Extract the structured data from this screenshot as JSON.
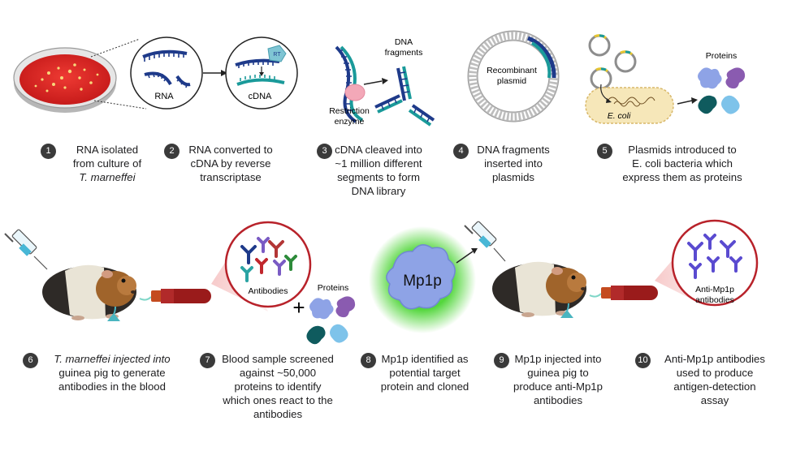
{
  "panel_labels": {
    "rna": "RNA",
    "cdna": "cDNA",
    "rt": "RT",
    "dna_fragments": [
      "DNA",
      "fragments"
    ],
    "restriction_enzyme": [
      "Restriction",
      "enzyme"
    ],
    "recombinant_plasmid": [
      "Recombinant",
      "plasmid"
    ],
    "proteins_top": "Proteins",
    "ecoli": "E. coli",
    "antibodies": "Antibodies",
    "proteins_bottom": "Proteins",
    "plus": "+",
    "mp1p": "Mp1p",
    "anti_mp1p": [
      "Anti-Mp1p",
      "antibodies"
    ]
  },
  "steps": [
    {
      "num": "1",
      "lines": [
        "RNA isolated",
        "from culture of",
        "T. marneffei"
      ]
    },
    {
      "num": "2",
      "lines": [
        "RNA converted to",
        "cDNA by reverse",
        "transcriptase"
      ]
    },
    {
      "num": "3",
      "lines": [
        "cDNA cleaved into",
        "~1 million different",
        "segments to form",
        "DNA library"
      ]
    },
    {
      "num": "4",
      "lines": [
        "DNA fragments",
        "inserted into",
        "plasmids"
      ]
    },
    {
      "num": "5",
      "lines": [
        "Plasmids introduced to",
        "E. coli bacteria which",
        "express them as proteins"
      ]
    },
    {
      "num": "6",
      "lines": [
        "T. marneffei injected into",
        "guinea pig to generate",
        "antibodies in the blood"
      ]
    },
    {
      "num": "7",
      "lines": [
        "Blood sample screened",
        "against ~50,000",
        "proteins to identify",
        "which ones react to the",
        "antibodies"
      ]
    },
    {
      "num": "8",
      "lines": [
        "Mp1p identified as",
        "potential target",
        "protein and cloned"
      ]
    },
    {
      "num": "9",
      "lines": [
        "Mp1p injected into",
        "guinea pig to",
        "produce anti-Mp1p",
        "antibodies"
      ]
    },
    {
      "num": "10",
      "lines": [
        "Anti-Mp1p antibodies",
        "used to produce",
        "antigen-detection",
        "assay"
      ]
    }
  ],
  "colors": {
    "dna_blue": "#1e3a8a",
    "teal": "#1a9a9a",
    "plate_red": "#d9201f",
    "protein_blue": "#8ea3e6",
    "protein_purple": "#8a5bb0",
    "protein_darkteal": "#0f5b5e",
    "protein_lightblue": "#7ec3ea",
    "mp1p_glow": "#53d63c",
    "ecoli_fill": "#f6e7b9",
    "blood": "#9a1b1b"
  }
}
